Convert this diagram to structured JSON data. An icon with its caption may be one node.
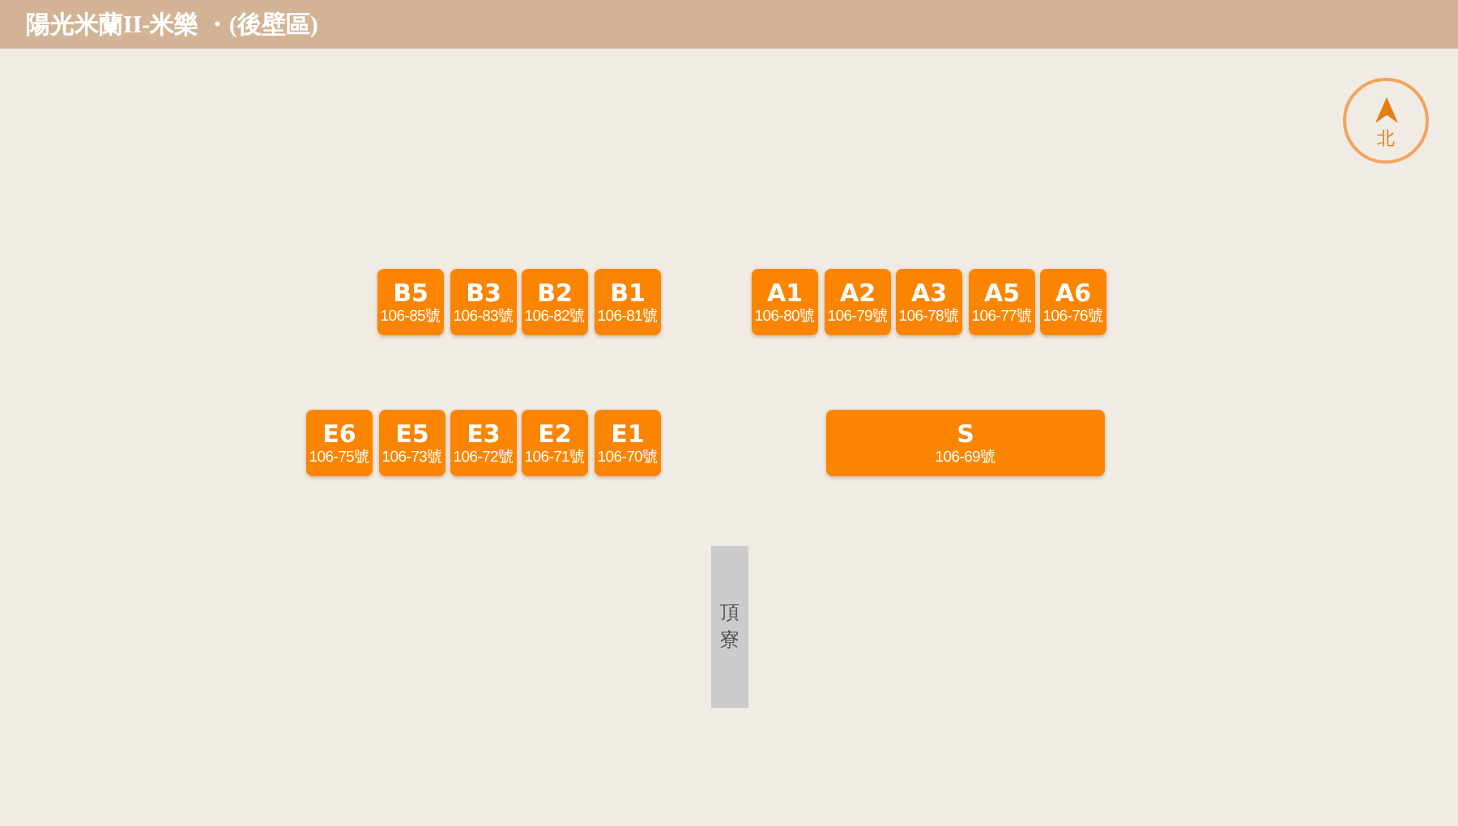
{
  "diagram": {
    "title": "陽光米蘭II-米樂 ・(後壁區)",
    "nodes": [
      {
        "text": [
          "北"
        ]
      },
      {
        "text": [
          "B5",
          "106-85號"
        ]
      },
      {
        "text": [
          "B3",
          "106-83號"
        ]
      },
      {
        "text": [
          "B2",
          "106-82號"
        ]
      },
      {
        "text": [
          "B1",
          "106-81號"
        ]
      },
      {
        "text": [
          "A1",
          "106-80號"
        ]
      },
      {
        "text": [
          "A2",
          "106-79號"
        ]
      },
      {
        "text": [
          "A3",
          "106-78號"
        ]
      },
      {
        "text": [
          "A5",
          "106-77號"
        ]
      },
      {
        "text": [
          "A6",
          "106-76號"
        ]
      },
      {
        "text": [
          "E6",
          "106-75號"
        ]
      },
      {
        "text": [
          "E5",
          "106-73號"
        ]
      },
      {
        "text": [
          "E3",
          "106-72號"
        ]
      },
      {
        "text": [
          "E2",
          "106-71號"
        ]
      },
      {
        "text": [
          "E1",
          "106-70號"
        ]
      },
      {
        "text": [
          "S",
          "106-69號"
        ]
      },
      {
        "text": [
          "頂寮"
        ]
      }
    ],
    "edges": []
  }
}
